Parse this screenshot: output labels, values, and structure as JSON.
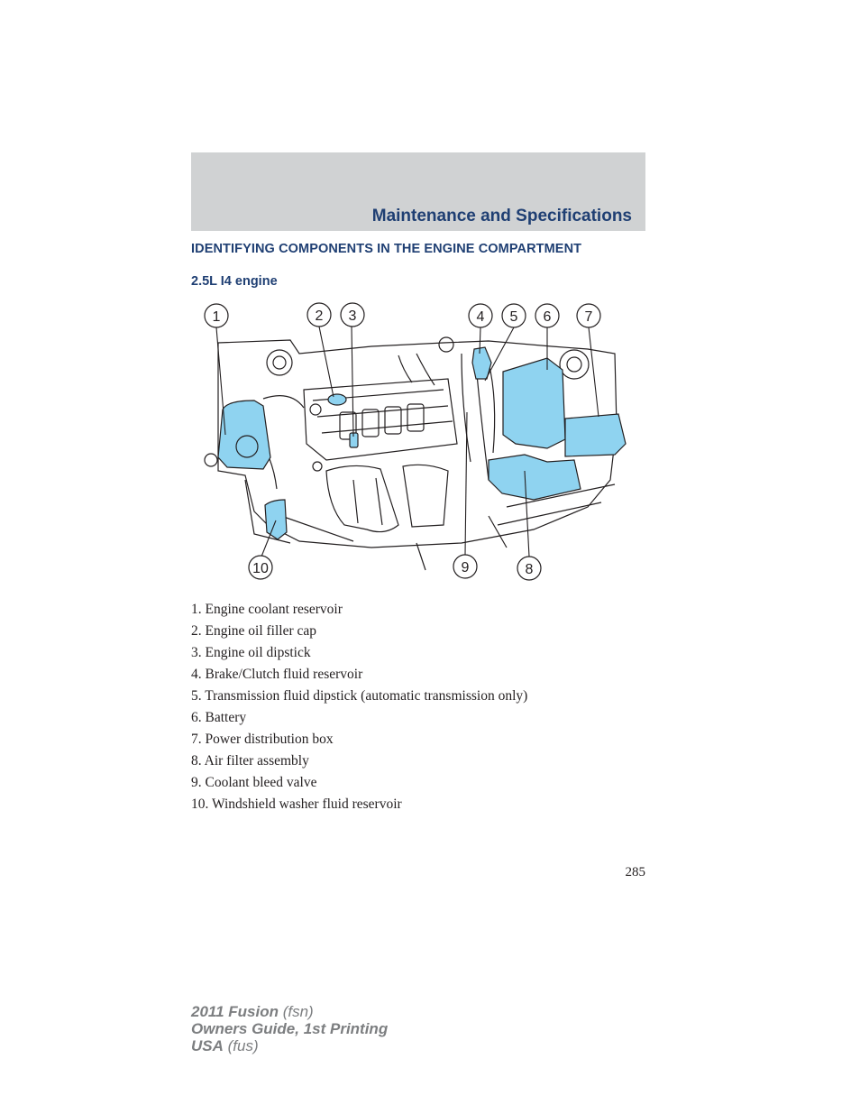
{
  "header": {
    "title": "Maintenance and Specifications"
  },
  "section": {
    "heading": "IDENTIFYING COMPONENTS IN THE ENGINE COMPARTMENT",
    "subheading": "2.5L I4 engine"
  },
  "figure": {
    "callouts": [
      "1",
      "2",
      "3",
      "4",
      "5",
      "6",
      "7",
      "8",
      "9",
      "10"
    ],
    "highlight_color": "#8fd3f0",
    "line_color": "#231f20"
  },
  "legend": [
    "1. Engine coolant reservoir",
    "2. Engine oil filler cap",
    "3. Engine oil dipstick",
    "4. Brake/Clutch fluid reservoir",
    "5. Transmission fluid dipstick (automatic transmission only)",
    "6. Battery",
    "7. Power distribution box",
    "8. Air filter assembly",
    "9. Coolant bleed valve",
    "10. Windshield washer fluid reservoir"
  ],
  "page_number": "285",
  "footer": {
    "line1_bold": "2011 Fusion",
    "line1_rest": " (fsn)",
    "line2": "Owners Guide, 1st Printing",
    "line3_bold": "USA",
    "line3_rest": " (fus)"
  }
}
